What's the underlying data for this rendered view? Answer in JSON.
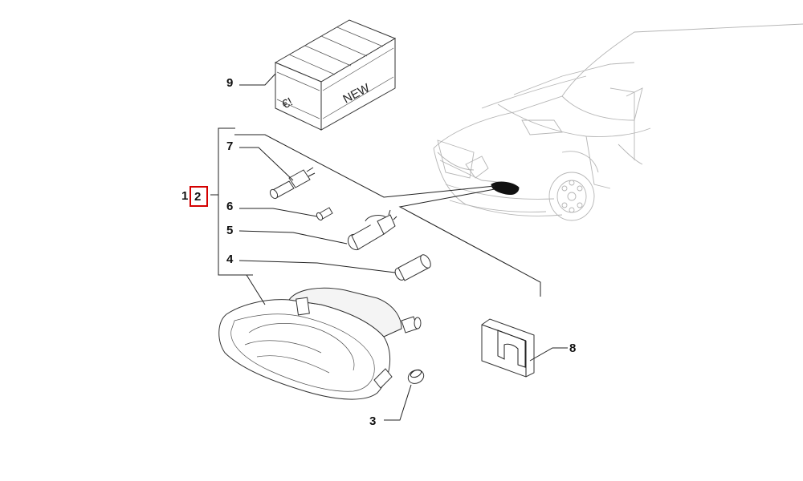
{
  "diagram": {
    "callouts": [
      {
        "id": "1",
        "label": "1"
      },
      {
        "id": "2",
        "label": "2",
        "highlighted": true
      },
      {
        "id": "3",
        "label": "3"
      },
      {
        "id": "4",
        "label": "4"
      },
      {
        "id": "5",
        "label": "5"
      },
      {
        "id": "6",
        "label": "6"
      },
      {
        "id": "7",
        "label": "7"
      },
      {
        "id": "8",
        "label": "8"
      },
      {
        "id": "9",
        "label": "9"
      }
    ],
    "box_text": {
      "euro_mark": "€!",
      "new_mark": "NEW"
    },
    "colors": {
      "highlight": "#d40000",
      "line": "#222222",
      "car_outline": "#b5b5b5"
    }
  }
}
